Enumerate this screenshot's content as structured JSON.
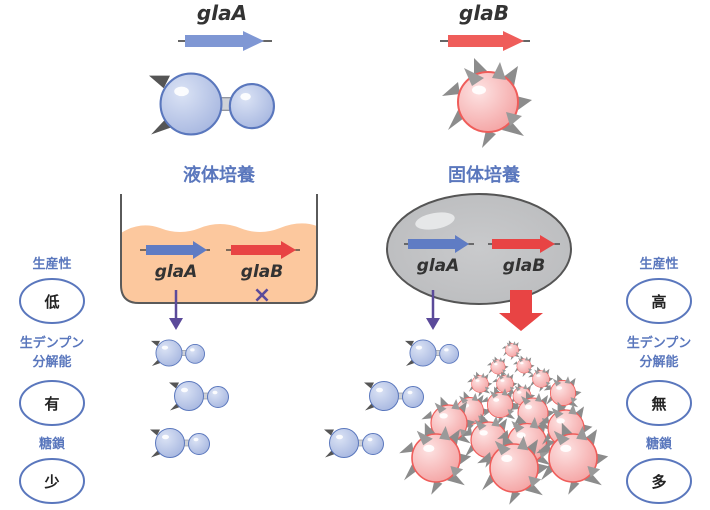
{
  "colors": {
    "gla_a_arrow": "#7f97d4",
    "gla_b_arrow": "#ef5d5a",
    "heading_blue": "#5a77bd",
    "culture_medium": "#fcc89e",
    "solid_substrate": "#c2c3c5",
    "purple_arrow": "#5b4a9a",
    "red_arrow": "#e84444"
  },
  "genes": {
    "gla_a": "glaA",
    "gla_b": "glaB"
  },
  "cultures": {
    "liquid": "液体培養",
    "solid": "固体培養"
  },
  "inside": {
    "liquid_gla_a": "glaA",
    "liquid_gla_b": "glaB",
    "liquid_gla_b_mark": "×",
    "solid_gla_a": "glaA",
    "solid_gla_b": "glaB"
  },
  "left_panel": {
    "productivity_label": "生産性",
    "productivity_value": "低",
    "degradation_label_line1": "生デンプン",
    "degradation_label_line2": "分解能",
    "degradation_value": "有",
    "sugar_chain_label": "糖鎖",
    "sugar_chain_value": "少"
  },
  "right_panel": {
    "productivity_label": "生産性",
    "productivity_value": "高",
    "degradation_label_line1": "生デンプン",
    "degradation_label_line2": "分解能",
    "degradation_value": "無",
    "sugar_chain_label": "糖鎖",
    "sugar_chain_value": "多"
  },
  "icons": {
    "gla_a_enzyme": "two-domain-enzyme-icon",
    "gla_b_enzyme": "spiky-sphere-enzyme-icon"
  }
}
